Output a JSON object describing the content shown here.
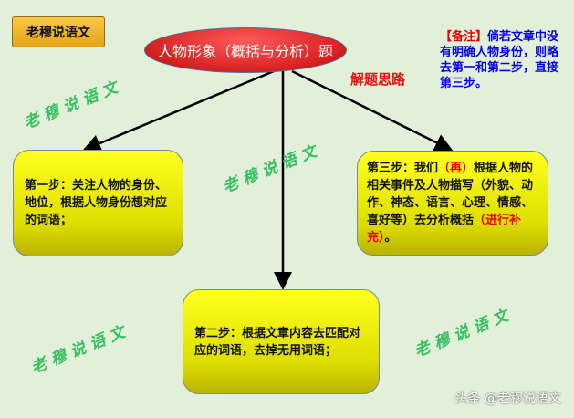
{
  "logo": "老穆说语文",
  "title": "人物形象（概括与分析）题",
  "note": {
    "tag": "【备注】",
    "text": "倘若文章中没有明确人物身份，则略去第一和第二步，直接第三步。"
  },
  "hint": "解题思路",
  "step1": "第一步：关注人物的身份、地位，根据人物身份想对应的词语；",
  "step2": "第二步：根据文章内容去匹配对应的词语，去掉无用词语；",
  "step3": {
    "a": "第三步：我们",
    "b": "（再）",
    "c": "根据人物的相关事件及人物描写（外貌、动作、神态、语言、心理、情感、喜好等）去分析概括",
    "d": "（进行补充）",
    "e": "。"
  },
  "watermark": "老穆说语文",
  "footer": "头条 @老穆说语文"
}
